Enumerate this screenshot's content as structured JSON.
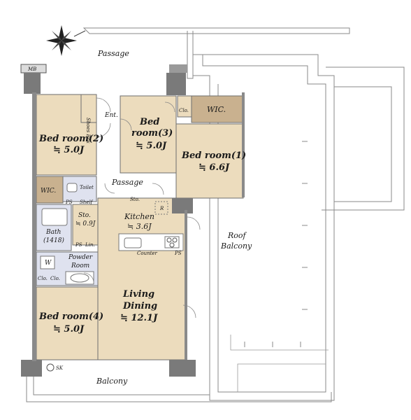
{
  "rooms": {
    "passage_top": "Passage",
    "mb": "MB",
    "ent": "Ent.",
    "shoe_box": "Shoes Box",
    "bed2_name": "Bed room(2)",
    "bed2_size": "≒ 5.0J",
    "bed3_name_a": "Bed",
    "bed3_name_b": "room(3)",
    "bed3_size": "≒ 5.0J",
    "clo_top": "Clo.",
    "wic_top": "WIC.",
    "bed1_name": "Bed room(1)",
    "bed1_size": "≒ 6.6J",
    "wic_left": "WIC.",
    "toilet": "Toilet",
    "passage_mid": "Passage",
    "sto_small": "Sto.",
    "ps_a": "PS",
    "shelf": "Shelf",
    "r": "R",
    "sto_name": "Sto.",
    "sto_size": "≒ 0.9J",
    "kitchen_name": "Kitchen",
    "kitchen_size": "≒ 3.6J",
    "bath_name": "Bath",
    "bath_size": "(1418)",
    "ps_b": "PS",
    "lin": "Lin.",
    "counter": "Counter",
    "ps_c": "PS",
    "w": "W",
    "powder_a": "Powder",
    "powder_b": "Room",
    "clo_a": "Clo.",
    "clo_b": "Clo.",
    "living_a": "Living",
    "living_b": "Dining",
    "living_size": "≒ 12.1J",
    "roof_a": "Roof",
    "roof_b": "Balcony",
    "bed4_name": "Bed room(4)",
    "bed4_size": "≒ 5.0J",
    "sk": "SK",
    "balcony": "Balcony"
  },
  "colors": {
    "room_fill": "#ecdcbd",
    "wic_fill": "#c9b18f",
    "wet_fill": "#dfe2ef",
    "wall": "#7a7a7a"
  },
  "compass": "compass-icon"
}
